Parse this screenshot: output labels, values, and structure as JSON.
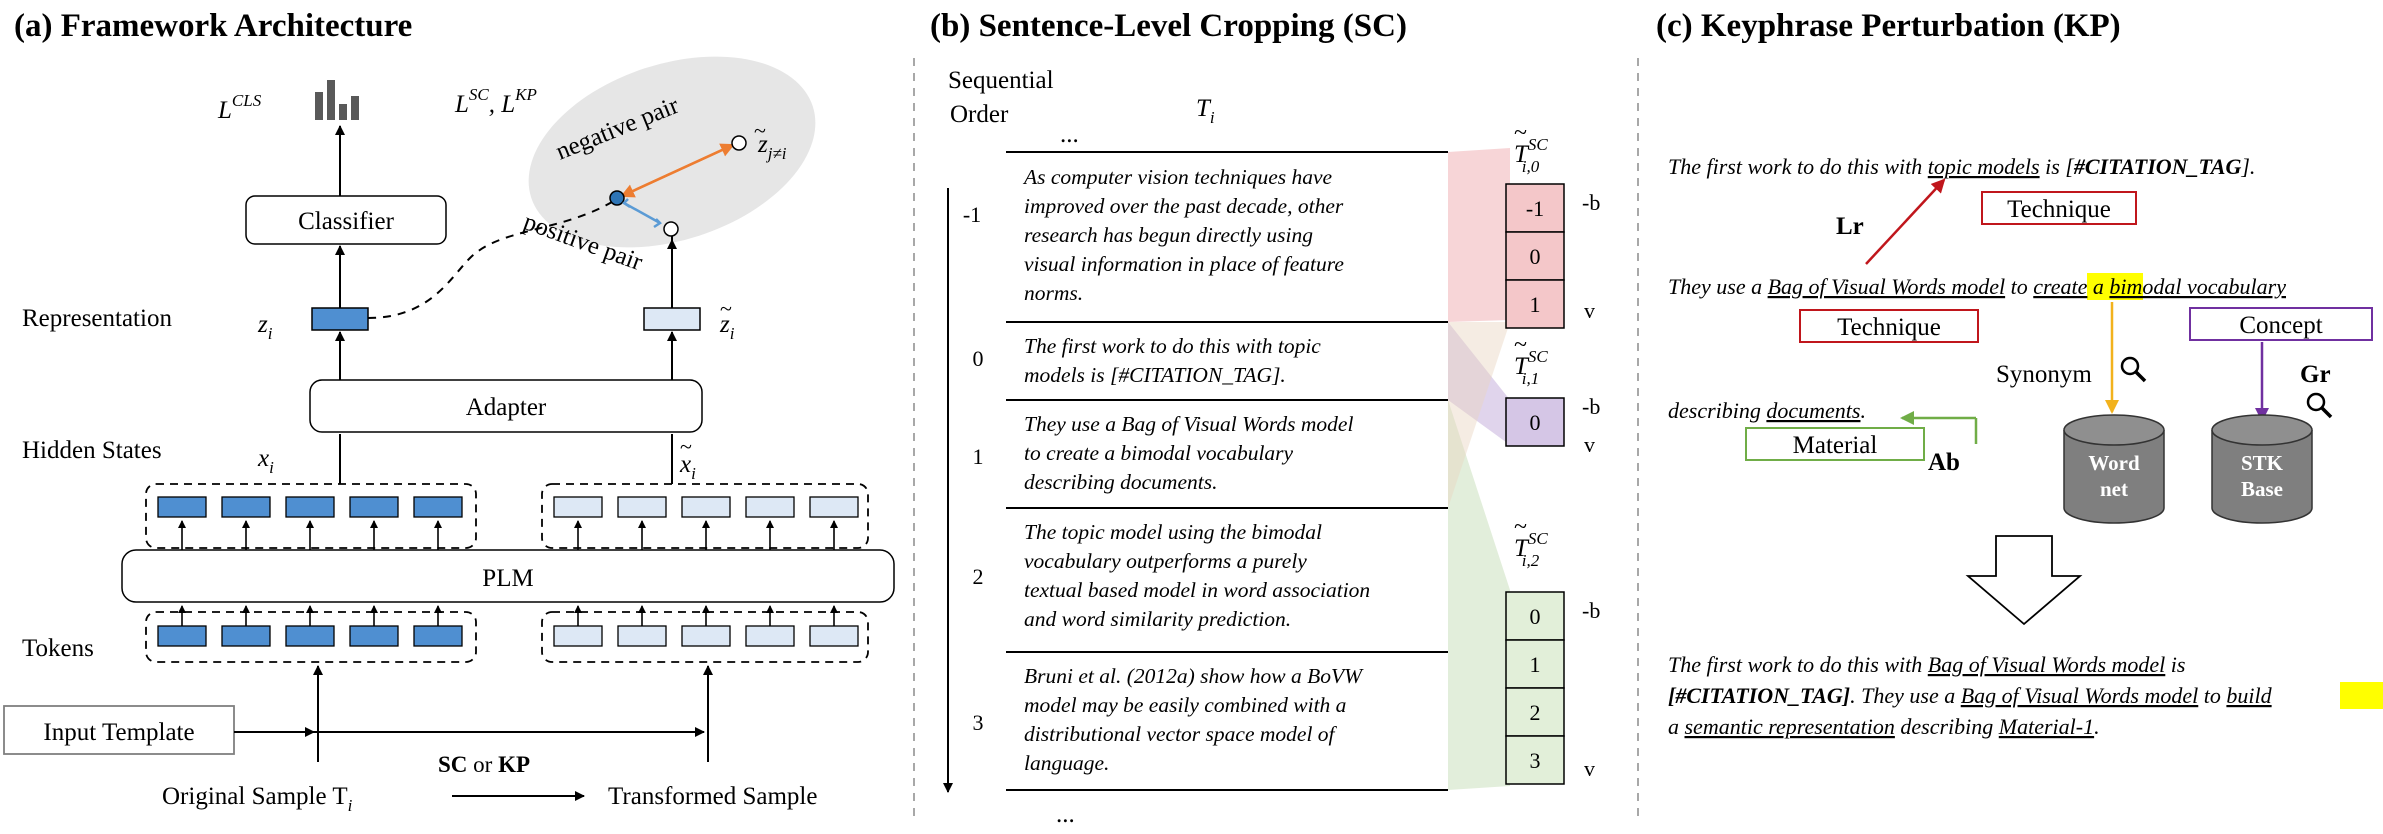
{
  "panel_a": {
    "title": "(a) Framework Architecture",
    "l_cls": "L",
    "l_cls_sup": "CLS",
    "l_sc_kp": "L",
    "l_sc_sup": "SC",
    "l_sep": ", L",
    "l_kp_sup": "KP",
    "classifier": "Classifier",
    "adapter": "Adapter",
    "plm": "PLM",
    "representation": "Representation",
    "hidden_states": "Hidden States",
    "tokens": "Tokens",
    "input_template": "Input Template",
    "original_sample": "Original Sample T",
    "original_sample_sub": "i",
    "transformed_sample": "Transformed Sample",
    "sc": "SC",
    "or": " or ",
    "kp": "KP",
    "negative_pair": "negative pair",
    "positive_pair": "positive pair",
    "z_i": "z",
    "z_i_sub": "i",
    "z_tilde": "z",
    "z_tilde_sub": "i",
    "z_j": "z",
    "z_j_sub": "j≠i",
    "x_i": "x",
    "x_i_sub": "i",
    "x_tilde": "x",
    "x_tilde_sub": "i"
  },
  "panel_b": {
    "title": "(b) Sentence-Level Cropping (SC)",
    "seq_order_1": "Sequential",
    "seq_order_2": "Order",
    "ellipsis": "...",
    "t_i": "T",
    "t_i_sub": "i",
    "sentences": [
      {
        "order": "-1",
        "lines": [
          "As computer vision techniques have",
          "improved over the past decade, other",
          "research has begun directly using",
          "visual information in place of feature",
          "norms."
        ]
      },
      {
        "order": "0",
        "lines": [
          "The first work to do this with topic",
          "models is [#CITATION_TAG]."
        ]
      },
      {
        "order": "1",
        "lines": [
          "They use a Bag of Visual Words model",
          "to create a bimodal vocabulary",
          "describing documents."
        ]
      },
      {
        "order": "2",
        "lines": [
          "The topic model using the bimodal",
          "vocabulary outperforms a purely",
          "textual based model in word association",
          "and word similarity prediction."
        ]
      },
      {
        "order": "3",
        "lines": [
          "Bruni et al. (2012a) show how a BoVW",
          "model may be easily combined with a",
          "distributional vector space model of",
          "language."
        ]
      }
    ],
    "crops": [
      {
        "label": "T",
        "sub": "i,0",
        "sup": "SC",
        "cells": [
          "-1",
          "0",
          "1"
        ],
        "b": "-b",
        "v": "v"
      },
      {
        "label": "T",
        "sub": "i,1",
        "sup": "SC",
        "cells": [
          "0"
        ],
        "b": "-b",
        "v": "v"
      },
      {
        "label": "T",
        "sub": "i,2",
        "sup": "SC",
        "cells": [
          "0",
          "1",
          "2",
          "3"
        ],
        "b": "-b",
        "v": "v"
      }
    ]
  },
  "panel_c": {
    "title": "(c)  Keyphrase Perturbation (KP)",
    "s1_pre": "The first work to do this with ",
    "s1_kp": "topic models",
    "s1_mid": " is [",
    "s1_tag": "#CITATION_TAG",
    "s1_end": "].",
    "technique_1": "Technique",
    "lr": "Lr",
    "s2_a": "They use a ",
    "s2_kp1": "Bag of Visual Words model",
    "s2_b": " to ",
    "s2_verb": "create",
    "s2_c": " a ",
    "s2_kp2": "bimodal vocabulary",
    "technique_2": "Technique",
    "concept": "Concept",
    "synonym": "Synonym",
    "gr": "Gr",
    "s3_a": "describing ",
    "s3_kp": "documents",
    "s3_end": ".",
    "material": "Material",
    "ab": "Ab",
    "wordnet_1": "Word",
    "wordnet_2": "net",
    "stk_1": "STK",
    "stk_2": "Base",
    "out1_a": "The first work to do this with ",
    "out1_kp": "Bag of Visual Words model",
    "out1_b": " is",
    "out2_tag": "[#CITATION_TAG]",
    "out2_a": ". They use a ",
    "out2_kp": "Bag of Visual Words model",
    "out2_b": " to ",
    "out2_verb": "build",
    "out3_a": "a ",
    "out3_kp": "semantic representation",
    "out3_b": " describing ",
    "out3_kp2": "Material-1",
    "out3_end": "."
  }
}
